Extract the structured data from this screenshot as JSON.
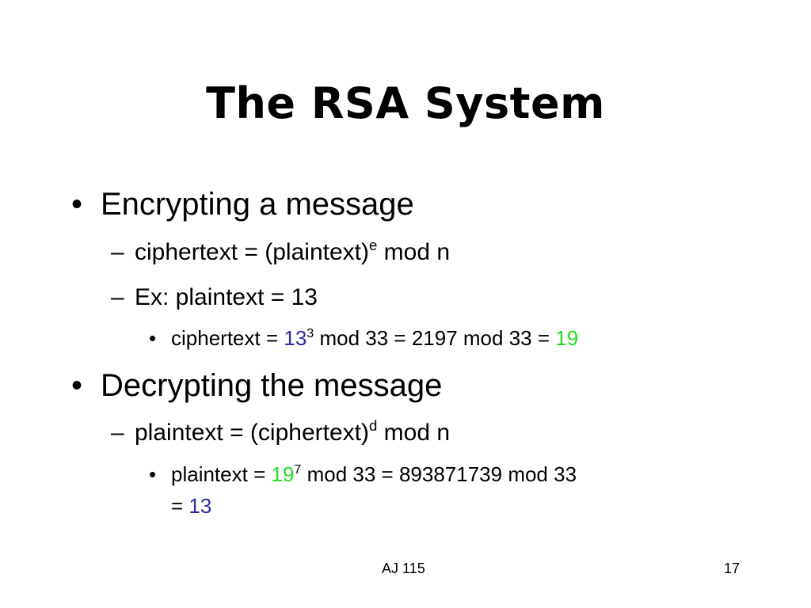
{
  "slide": {
    "title": "The RSA System",
    "encrypting": {
      "bullet": "•",
      "heading": "Encrypting a message",
      "formula": {
        "dash": "–",
        "lhs": "ciphertext = (plaintext)",
        "exp": "e",
        "rhs": " mod n"
      },
      "example": {
        "dash": "–",
        "text": "Ex: plaintext = 13"
      },
      "calc": {
        "bullet": "•",
        "prefix": "ciphertext = ",
        "base": "13",
        "exp": "3",
        "middle": " mod 33 = 2197 mod 33 = ",
        "result": "19"
      }
    },
    "decrypting": {
      "bullet": "•",
      "heading": "Decrypting the message",
      "formula": {
        "dash": "–",
        "lhs": "plaintext = (ciphertext)",
        "exp": "d",
        "rhs": " mod n"
      },
      "calc": {
        "bullet": "•",
        "prefix": "plaintext = ",
        "base": "19",
        "exp": "7",
        "middle": " mod 33 = 893871739 mod 33",
        "line2_prefix": "= ",
        "result": "13"
      }
    },
    "footer": {
      "center": "AJ 115",
      "page": "17"
    }
  },
  "colors": {
    "blue": "#2e2e9e",
    "green": "#22dd22"
  }
}
